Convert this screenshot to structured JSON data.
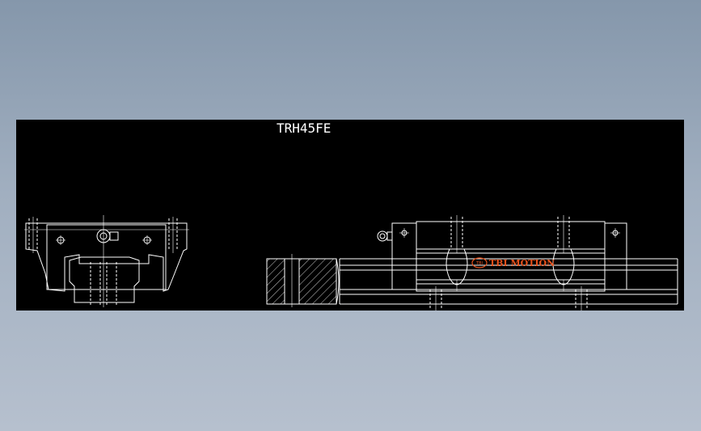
{
  "drawing": {
    "title": "TRH45FE",
    "brand_logo": {
      "mark": "TBI",
      "text": "TBI MOTION"
    }
  },
  "colors": {
    "background": "#000000",
    "lines": "#ffffff",
    "logo": "#e8521c",
    "desktop": "#94a3b5"
  }
}
